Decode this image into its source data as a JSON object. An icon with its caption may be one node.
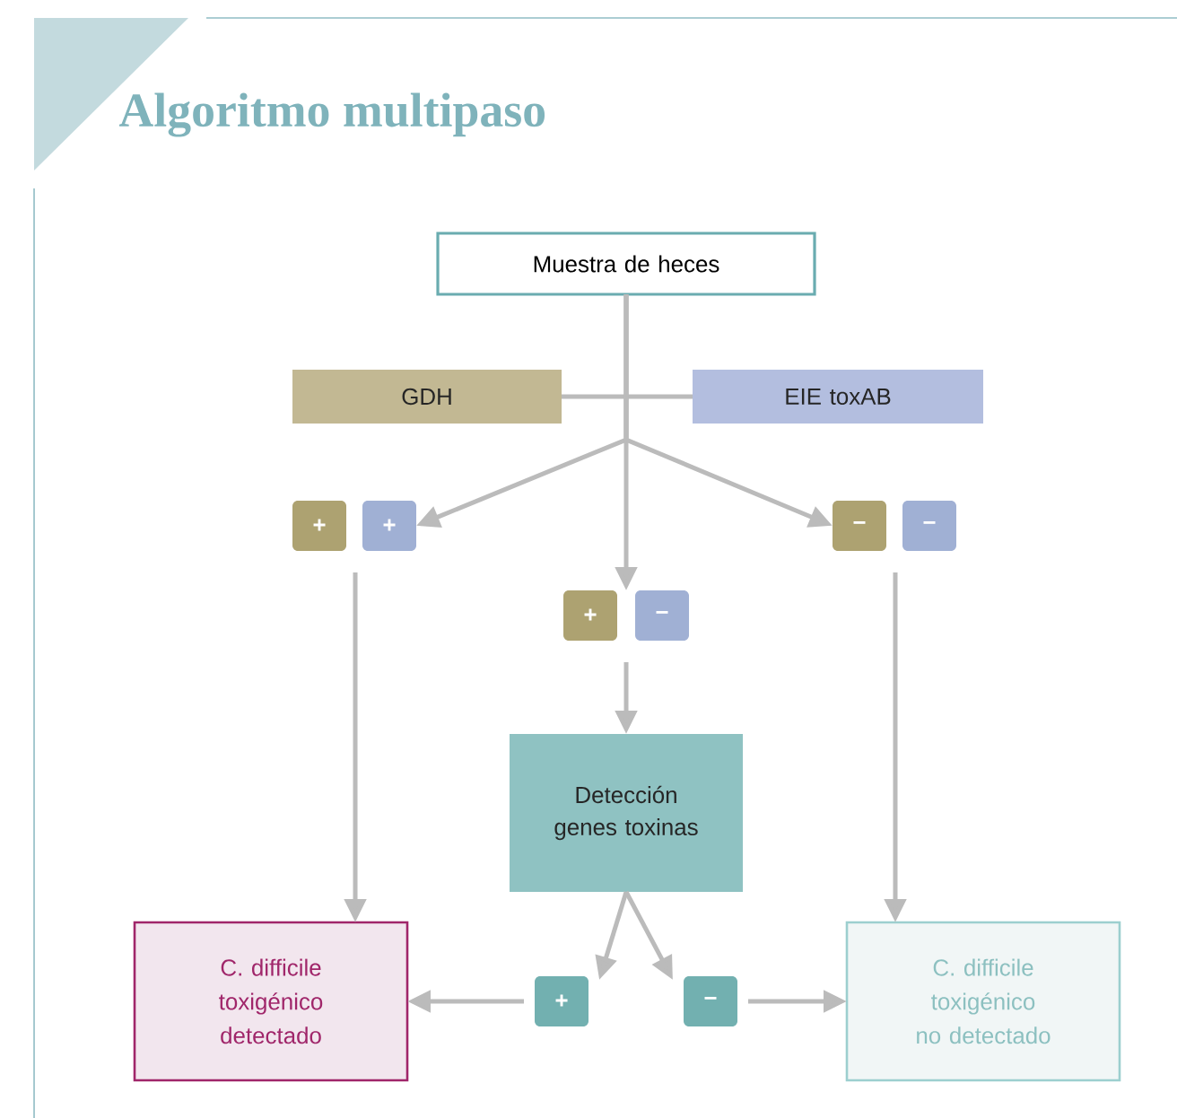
{
  "diagram": {
    "title": "Algoritmo multipaso",
    "nodes": [
      {
        "text": [
          "Muestra de heces"
        ]
      },
      {
        "text": [
          "GDH"
        ]
      },
      {
        "text": [
          "EIE toxAB"
        ]
      },
      {
        "text": [
          "+"
        ]
      },
      {
        "text": [
          "+"
        ]
      },
      {
        "text": [
          "+"
        ]
      },
      {
        "text": [
          "−"
        ]
      },
      {
        "text": [
          "−"
        ]
      },
      {
        "text": [
          "−"
        ]
      },
      {
        "text": [
          "Detección genes toxinas"
        ]
      },
      {
        "text": [
          "+"
        ]
      },
      {
        "text": [
          "−"
        ]
      },
      {
        "text": [
          "C. difficile toxigénico detectado"
        ]
      },
      {
        "text": [
          "C. difficile toxigénico no detectado"
        ]
      }
    ],
    "edges": [
      {
        "from": 1,
        "to": 2,
        "arrow": "none"
      },
      {
        "from": 0,
        "to": 4,
        "arrow": "to"
      },
      {
        "from": 0,
        "to": 5,
        "arrow": "to"
      },
      {
        "from": 0,
        "to": 7,
        "arrow": "to"
      },
      {
        "from": 3,
        "to": 12,
        "arrow": "to"
      },
      {
        "from": 5,
        "to": 9,
        "arrow": "to"
      },
      {
        "from": 7,
        "to": 13,
        "arrow": "to"
      },
      {
        "from": 9,
        "to": 10,
        "arrow": "to"
      },
      {
        "from": 9,
        "to": 11,
        "arrow": "to"
      },
      {
        "from": 10,
        "to": 12,
        "arrow": "to"
      },
      {
        "from": 11,
        "to": 13,
        "arrow": "to"
      }
    ]
  }
}
